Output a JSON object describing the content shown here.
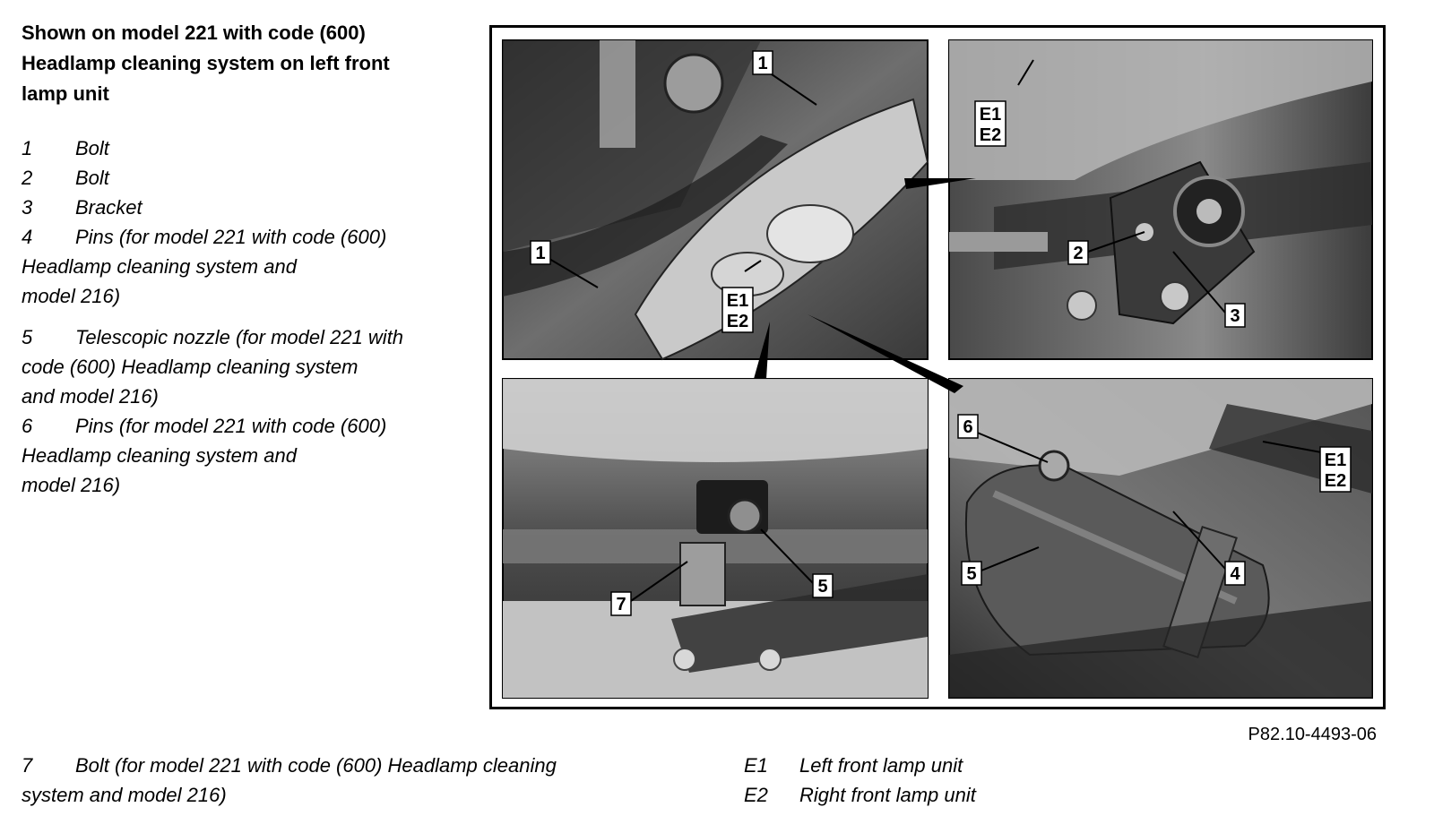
{
  "title": {
    "line1": "Shown on model 221 with code (600)",
    "line2": "Headlamp cleaning system on left front",
    "line3": "lamp unit"
  },
  "legend_left": [
    {
      "num": "1",
      "lines": [
        "Bolt"
      ]
    },
    {
      "num": "2",
      "lines": [
        "Bolt"
      ]
    },
    {
      "num": "3",
      "lines": [
        "Bracket"
      ]
    },
    {
      "num": "4",
      "lines": [
        "Pins (for model 221 with code (600)",
        "Headlamp cleaning system and",
        "model 216)"
      ]
    },
    {
      "num": "5",
      "lines": [
        "Telescopic nozzle (for model 221 with",
        "code (600) Headlamp cleaning system",
        "and model 216)"
      ]
    },
    {
      "num": "6",
      "lines": [
        "Pins (for model 221 with code (600)",
        "Headlamp cleaning system and",
        "model 216)"
      ]
    }
  ],
  "legend_bottom_left": [
    {
      "num": "7",
      "lines": [
        "Bolt (for model 221 with code (600) Headlamp cleaning",
        "system and model 216)"
      ]
    }
  ],
  "legend_bottom_right": [
    {
      "num": "E1",
      "lines": [
        "Left front lamp unit"
      ]
    },
    {
      "num": "E2",
      "lines": [
        "Right front lamp unit"
      ]
    }
  ],
  "figure": {
    "code": "P82.10-4493-06",
    "callouts": {
      "c1a": "1",
      "c1b": "1",
      "e1a": "E1",
      "e2a": "E2",
      "e1b": "E1",
      "e2b": "E2",
      "c2": "2",
      "c3": "3",
      "e1c": "E1",
      "e2c": "E2",
      "c4": "4",
      "c5a": "5",
      "c6": "6",
      "c5b": "5",
      "c7": "7"
    }
  },
  "colors": {
    "photo_dark": "#3a3a3a",
    "photo_mid": "#7a7a7a",
    "photo_light": "#bdbdbd",
    "label_bg": "#ffffff"
  }
}
